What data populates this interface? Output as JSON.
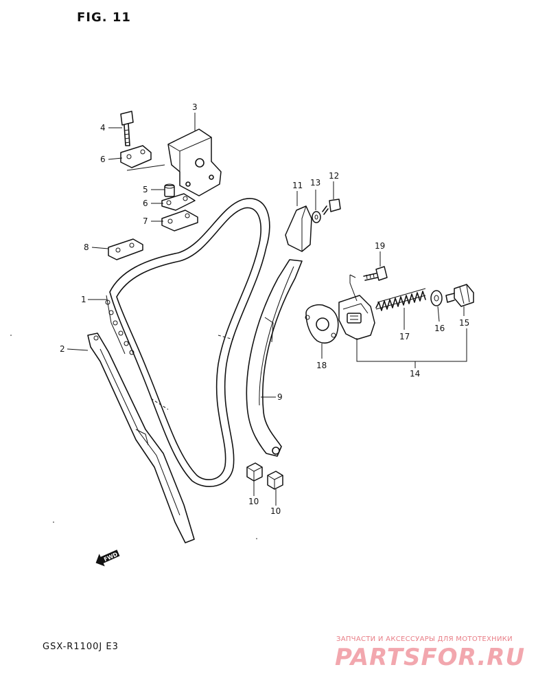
{
  "figure_title": "FIG. 11",
  "model_code": "GSX-R1100J  E3",
  "forward_marker": "FWD",
  "callouts": {
    "c1": "1",
    "c2": "2",
    "c3": "3",
    "c4": "4",
    "c5": "5",
    "c6a": "6",
    "c6b": "6",
    "c7": "7",
    "c8": "8",
    "c9": "9",
    "c10a": "10",
    "c10b": "10",
    "c11": "11",
    "c12": "12",
    "c13": "13",
    "c14": "14",
    "c15": "15",
    "c16": "16",
    "c17": "17",
    "c18": "18",
    "c19": "19"
  },
  "watermark": {
    "tagline": "ЗАПЧАСТИ И АКСЕССУАРЫ ДЛЯ МОТОТЕХНИКИ",
    "brand": "PARTSFOR.RU"
  },
  "colors": {
    "ink": "#111111",
    "watermark_light": "#f2a7ae",
    "watermark_dark": "#e87d86"
  }
}
